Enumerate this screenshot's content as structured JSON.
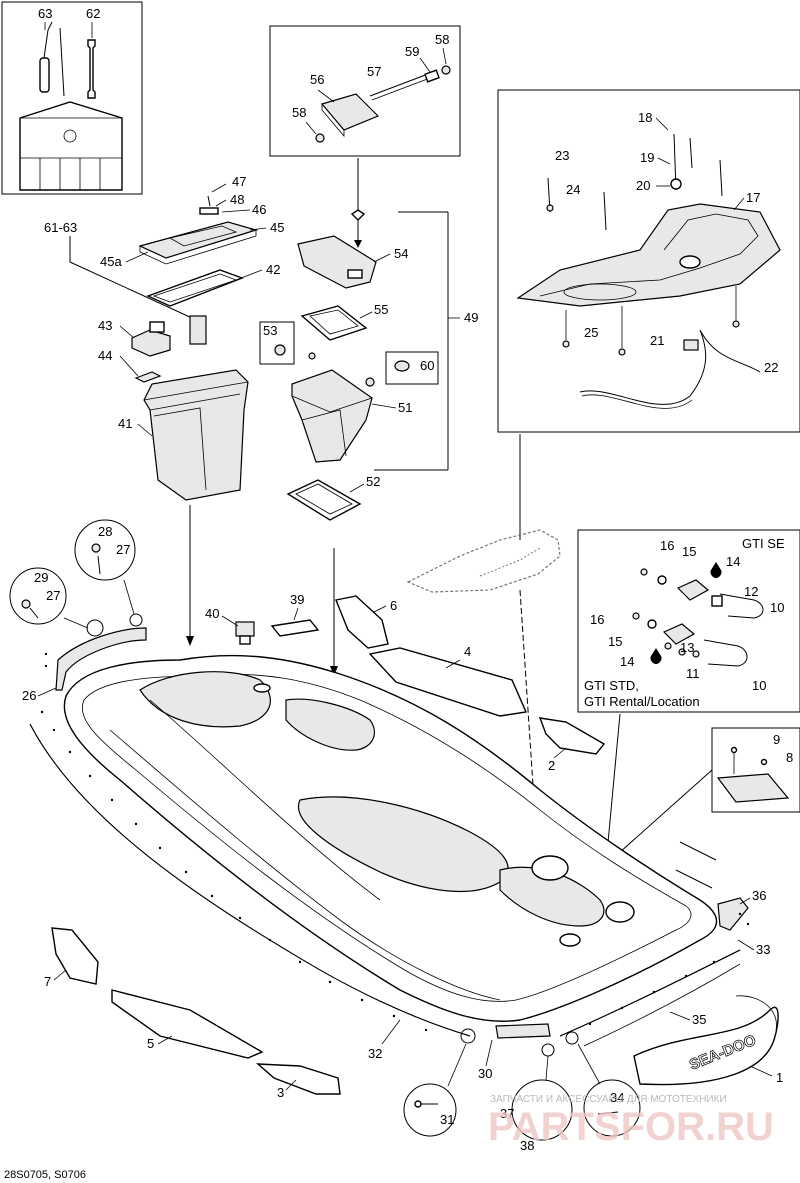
{
  "diagram_code": "28S0705, S0706",
  "watermark": {
    "small": "ЗАПЧАСТИ И АКСЕССУАРЫ ДЛЯ МОТОТЕХНИКИ",
    "brand": "PARTSFOR.RU"
  },
  "hull_decal_brand": "SEA-DOO",
  "variant_labels": {
    "gti_se": "GTI SE",
    "gti_std": "GTI STD,",
    "gti_rental": "GTI Rental/Location"
  },
  "callouts": {
    "c1": "1",
    "c2": "2",
    "c3": "3",
    "c4": "4",
    "c5": "5",
    "c6": "6",
    "c7": "7",
    "c8": "8",
    "c9": "9",
    "c10a": "10",
    "c10b": "10",
    "c11": "11",
    "c12": "12",
    "c13": "13",
    "c14a": "14",
    "c14b": "14",
    "c15a": "15",
    "c15b": "15",
    "c16a": "16",
    "c16b": "16",
    "c17": "17",
    "c18": "18",
    "c19": "19",
    "c20": "20",
    "c21": "21",
    "c22": "22",
    "c23": "23",
    "c24": "24",
    "c25": "25",
    "c26": "26",
    "c27a": "27",
    "c27b": "27",
    "c28": "28",
    "c29": "29",
    "c30": "30",
    "c31": "31",
    "c32": "32",
    "c33": "33",
    "c34": "34",
    "c35": "35",
    "c36": "36",
    "c37": "37",
    "c38": "38",
    "c39": "39",
    "c40": "40",
    "c41": "41",
    "c42": "42",
    "c43": "43",
    "c44": "44",
    "c45": "45",
    "c45a": "45a",
    "c46": "46",
    "c47": "47",
    "c48": "48",
    "c49": "49",
    "c51": "51",
    "c52": "52",
    "c53": "53",
    "c54": "54",
    "c55": "55",
    "c56": "56",
    "c57": "57",
    "c58a": "58",
    "c58b": "58",
    "c59": "59",
    "c60": "60",
    "c61_63": "61-63",
    "c62": "62",
    "c63": "63"
  }
}
